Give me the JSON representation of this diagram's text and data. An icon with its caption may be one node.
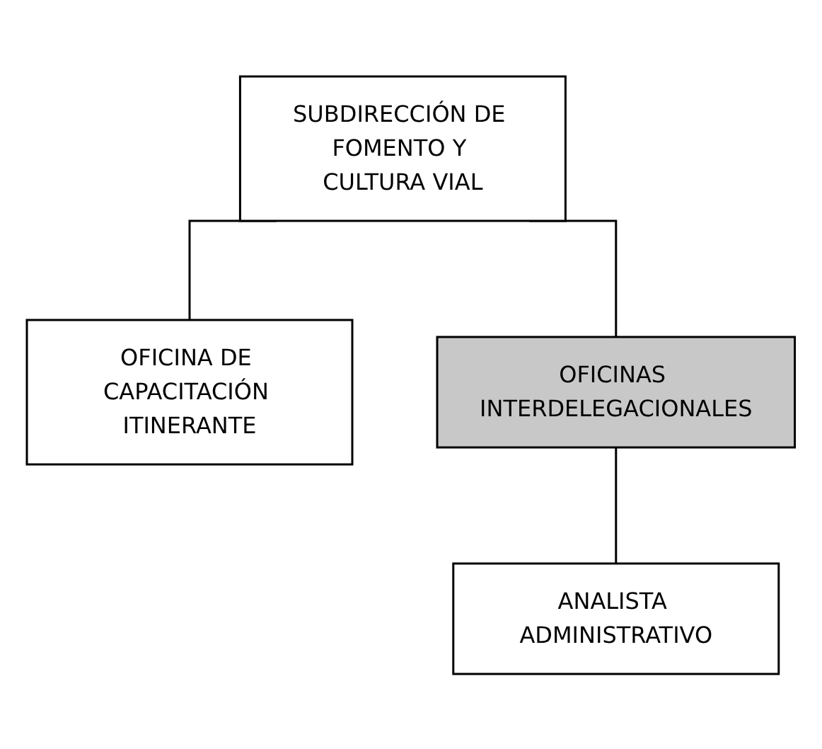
{
  "diagram": {
    "nodes": [
      {
        "text": [
          "SUBDIRECCIÓN DE FOMENTO Y CULTURA VIAL"
        ]
      },
      {
        "text": [
          "OFICINA DE CAPACITACIÓN ITINERANTE"
        ]
      },
      {
        "text": [
          "OFICINAS INTERDELEGACIONALES"
        ]
      },
      {
        "text": [
          "ANALISTA ADMINISTRATIVO"
        ]
      }
    ],
    "edges": [
      {
        "from": 0,
        "to": 1,
        "arrow": "none"
      },
      {
        "from": 0,
        "to": 2,
        "arrow": "none"
      },
      {
        "from": 2,
        "to": 3,
        "arrow": "none"
      }
    ]
  }
}
